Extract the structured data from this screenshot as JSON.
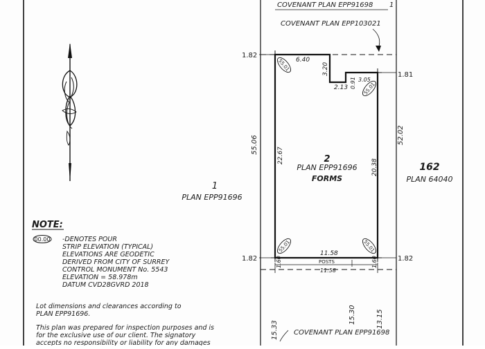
{
  "labels": {
    "covenant_top": "COVENANT PLAN EPP91698",
    "covenant_mid": "COVENANT PLAN EPP103021",
    "covenant_bottom": "COVENANT PLAN EPP91698",
    "lot_left_number": "1",
    "lot_left_plan": "PLAN EPP91696",
    "lot_center_number": "2",
    "lot_center_plan": "PLAN EPP91696",
    "lot_center_forms": "FORMS",
    "lot_right_number": "162",
    "lot_right_plan": "PLAN 64040",
    "posts": "POSTS"
  },
  "dimensions": {
    "d_182_top": "1.82",
    "d_640": "6.40",
    "d_320": "3.20",
    "d_213": "2.13",
    "d_091": "0.91",
    "d_305": "3.05",
    "d_181": "1.81",
    "d_5506": "55.06",
    "d_2267": "22.67",
    "d_2038": "20.38",
    "d_5202": "52.02",
    "d_182_left_bottom": "1.82",
    "d_160_left": "1.60",
    "d_1158_top": "11.58",
    "d_1158_bottom": "11.58",
    "d_160_right": "1.60",
    "d_182_right_bottom": "1.82",
    "d_1533": "15.33",
    "d_1530": "15.30",
    "d_1315": "13.15"
  },
  "elevations": {
    "tl": "55.01",
    "tr": "55.01",
    "bl": "55.01",
    "br": "55.01",
    "legend_symbol": "00.00"
  },
  "note": {
    "title": "NOTE:",
    "lines": [
      "-DENOTES POUR",
      "STRIP ELEVATION (TYPICAL)",
      "ELEVATIONS ARE GEODETIC",
      "DERIVED FROM CITY OF SURREY",
      "CONTROL MONUMENT No. 5543",
      "ELEVATION = 58.978m",
      "DATUM CVD28GVRD 2018"
    ],
    "para1": [
      "Lot dimensions and clearances according to",
      "PLAN EPP91696."
    ],
    "para2": [
      "This plan was prepared for inspection purposes and is",
      "for the exclusive use of our client.  The signatory",
      "accepts no responsibility or liability for any damages"
    ]
  }
}
